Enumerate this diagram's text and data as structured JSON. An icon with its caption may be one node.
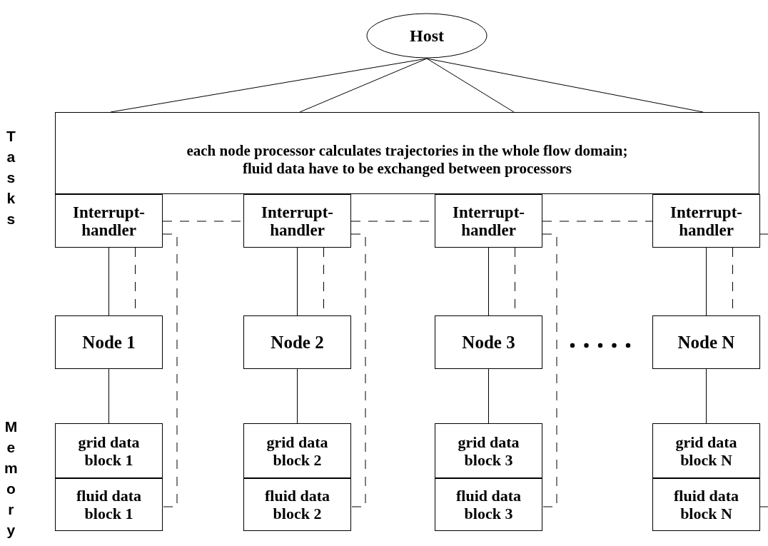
{
  "diagram": {
    "nodes": [
      {
        "text": [
          "Host"
        ]
      },
      {
        "text": [
          "each node processor calculates trajectories in the whole flow domain; fluid data have to be exchanged between processors"
        ]
      },
      {
        "text": [
          "Interrupt- handler"
        ]
      },
      {
        "text": [
          "Interrupt- handler"
        ]
      },
      {
        "text": [
          "Interrupt- handler"
        ]
      },
      {
        "text": [
          "Interrupt- handler"
        ]
      },
      {
        "text": [
          "Node 1"
        ]
      },
      {
        "text": [
          "Node 2"
        ]
      },
      {
        "text": [
          "Node 3"
        ]
      },
      {
        "text": [
          "Node N"
        ]
      },
      {
        "text": [
          "grid data block 1"
        ]
      },
      {
        "text": [
          "grid data block 2"
        ]
      },
      {
        "text": [
          "grid data block 3"
        ]
      },
      {
        "text": [
          "grid data block N"
        ]
      },
      {
        "text": [
          "fluid data block 1"
        ]
      },
      {
        "text": [
          "fluid data block 2"
        ]
      },
      {
        "text": [
          "fluid data block 3"
        ]
      },
      {
        "text": [
          "fluid data block N"
        ]
      }
    ],
    "edges": [
      {
        "from": 0,
        "to": 1,
        "arrow": "none"
      },
      {
        "from": 0,
        "to": 1,
        "arrow": "none"
      },
      {
        "from": 0,
        "to": 1,
        "arrow": "none"
      },
      {
        "from": 0,
        "to": 1,
        "arrow": "none"
      },
      {
        "from": 2,
        "to": 3,
        "arrow": "none",
        "style": "dashed"
      },
      {
        "from": 3,
        "to": 4,
        "arrow": "none",
        "style": "dashed"
      },
      {
        "from": 4,
        "to": 5,
        "arrow": "none",
        "style": "dashed"
      },
      {
        "from": 2,
        "to": 6,
        "arrow": "none"
      },
      {
        "from": 2,
        "to": 6,
        "arrow": "none",
        "style": "dashed"
      },
      {
        "from": 6,
        "to": 10,
        "arrow": "none"
      },
      {
        "from": 2,
        "to": 14,
        "arrow": "none",
        "style": "dashed"
      },
      {
        "from": 3,
        "to": 7,
        "arrow": "none"
      },
      {
        "from": 3,
        "to": 7,
        "arrow": "none",
        "style": "dashed"
      },
      {
        "from": 7,
        "to": 11,
        "arrow": "none"
      },
      {
        "from": 3,
        "to": 15,
        "arrow": "none",
        "style": "dashed"
      },
      {
        "from": 4,
        "to": 8,
        "arrow": "none"
      },
      {
        "from": 4,
        "to": 8,
        "arrow": "none",
        "style": "dashed"
      },
      {
        "from": 8,
        "to": 12,
        "arrow": "none"
      },
      {
        "from": 4,
        "to": 16,
        "arrow": "none",
        "style": "dashed"
      },
      {
        "from": 5,
        "to": 9,
        "arrow": "none"
      },
      {
        "from": 5,
        "to": 9,
        "arrow": "none",
        "style": "dashed"
      },
      {
        "from": 9,
        "to": 13,
        "arrow": "none"
      },
      {
        "from": 5,
        "to": null,
        "arrow": "none",
        "style": "dashed"
      },
      {
        "from": 17,
        "to": null,
        "arrow": "none",
        "style": "dashed"
      }
    ],
    "labels": [
      "Tasks",
      "Memory"
    ]
  }
}
